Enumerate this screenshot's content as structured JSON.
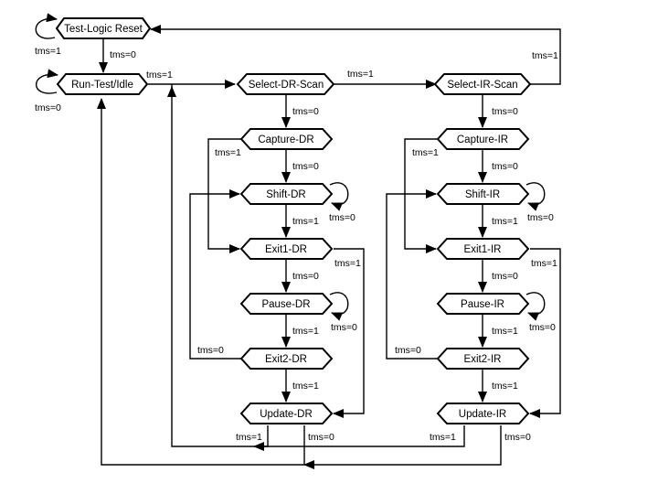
{
  "states": {
    "test_logic_reset": "Test-Logic Reset",
    "run_test_idle": "Run-Test/Idle",
    "select_dr_scan": "Select-DR-Scan",
    "select_ir_scan": "Select-IR-Scan",
    "capture_dr": "Capture-DR",
    "shift_dr": "Shift-DR",
    "exit1_dr": "Exit1-DR",
    "pause_dr": "Pause-DR",
    "exit2_dr": "Exit2-DR",
    "update_dr": "Update-DR",
    "capture_ir": "Capture-IR",
    "shift_ir": "Shift-IR",
    "exit1_ir": "Exit1-IR",
    "pause_ir": "Pause-IR",
    "exit2_ir": "Exit2-IR",
    "update_ir": "Update-IR"
  },
  "transitions": {
    "tlr_self": "tms=1",
    "tlr_to_rti": "tms=0",
    "rti_self": "tms=0",
    "rti_to_sdr": "tms=1",
    "sdr_to_sir": "tms=1",
    "sir_to_tlr": "tms=1",
    "sdr_to_cdr": "tms=0",
    "cdr_to_exit1dr": "tms=1",
    "cdr_to_shiftdr": "tms=0",
    "shiftdr_self": "tms=0",
    "shiftdr_to_exit1dr": "tms=1",
    "exit1dr_to_updatedr": "tms=1",
    "exit1dr_to_pausedr": "tms=0",
    "pausedr_self": "tms=0",
    "pausedr_to_exit2dr": "tms=1",
    "exit2dr_to_shiftdr": "tms=0",
    "exit2dr_to_updatedr": "tms=1",
    "updatedr_to_sdr": "tms=1",
    "updatedr_to_rti": "tms=0",
    "sir_to_cir": "tms=0",
    "cir_to_exit1ir": "tms=1",
    "cir_to_shiftir": "tms=0",
    "shiftir_self": "tms=0",
    "shiftir_to_exit1ir": "tms=1",
    "exit1ir_to_updateir": "tms=1",
    "exit1ir_to_pauseir": "tms=0",
    "pauseir_self": "tms=0",
    "pauseir_to_exit2ir": "tms=1",
    "exit2ir_to_shiftir": "tms=0",
    "exit2ir_to_updateir": "tms=1",
    "updateir_to_sdr": "tms=1",
    "updateir_to_rti": "tms=0"
  }
}
